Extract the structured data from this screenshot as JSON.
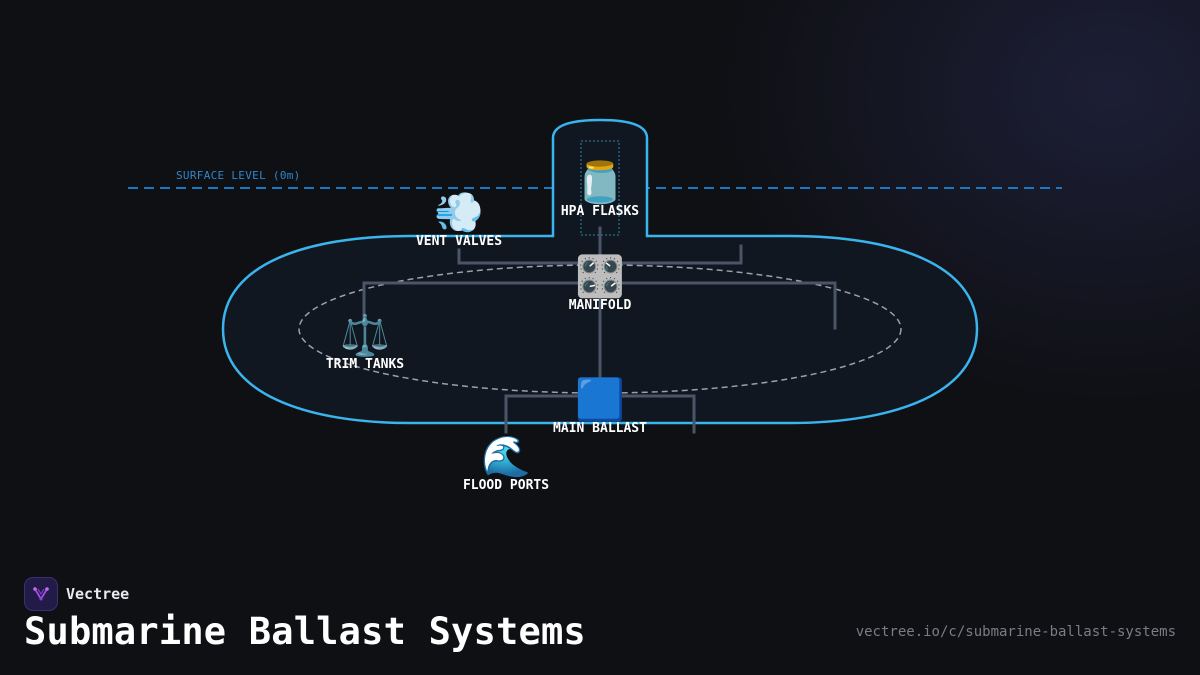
{
  "brand": {
    "name": "Vectree"
  },
  "title": "Submarine Ballast Systems",
  "url": "vectree.io/c/submarine-ballast-systems",
  "diagram": {
    "surface_label": "SURFACE LEVEL (0m)",
    "nodes": {
      "hpa_flasks": {
        "icon": "🫙",
        "label": "HPA FLASKS"
      },
      "vent_valves": {
        "icon": "💨",
        "label": "VENT VALVES"
      },
      "manifold": {
        "icon": "🎛️",
        "label": "MANIFOLD"
      },
      "trim_tanks": {
        "icon": "⚖️",
        "label": "TRIM TANKS"
      },
      "main_ballast": {
        "icon": "🟦",
        "label": "MAIN BALLAST"
      },
      "flood_ports": {
        "icon": "🌊",
        "label": "FLOOD PORTS"
      }
    },
    "colors": {
      "hull_outline": "#3bb4ee",
      "surface_line": "#1c78c0",
      "pipes": "#4a5568",
      "inner_ellipse": "#9aa0ac",
      "background": "#0f1014"
    }
  }
}
